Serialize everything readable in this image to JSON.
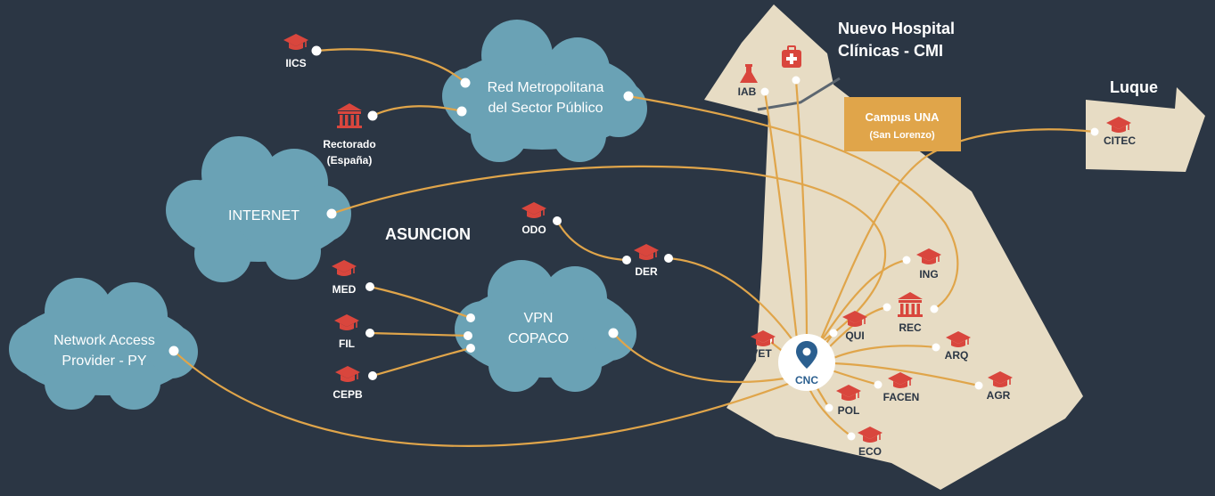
{
  "regions": {
    "hospital_title_line1": "Nuevo Hospital",
    "hospital_title_line2": "Clínicas - CMI",
    "luque_title": "Luque",
    "asuncion_title": "ASUNCION",
    "campus_line1": "Campus UNA",
    "campus_line2": "(San Lorenzo)"
  },
  "clouds": {
    "red_line1": "Red Metropolitana",
    "red_line2": "del Sector Público",
    "internet": "INTERNET",
    "vpn_line1": "VPN",
    "vpn_line2": "COPACO",
    "nap_line1": "Network Access",
    "nap_line2": "Provider - PY"
  },
  "center": {
    "label": "CNC"
  },
  "nodes": {
    "iics": "IICS",
    "rectorado_line1": "Rectorado",
    "rectorado_line2": "(España)",
    "odo": "ODO",
    "der": "DER",
    "med": "MED",
    "fil": "FIL",
    "cepb": "CEPB",
    "iab": "IAB",
    "citec": "CITEC",
    "ing": "ING",
    "rec": "REC",
    "qui": "QUI",
    "vet": "VET",
    "arq": "ARQ",
    "agr": "AGR",
    "facen": "FACEN",
    "pol": "POL",
    "eco": "ECO"
  },
  "colors": {
    "background": "#2b3644",
    "cloud": "#6aa2b5",
    "land": "#e7dcc4",
    "link": "#e0a54a",
    "icon_red": "#d9463d",
    "campus_box": "#e0a54a"
  },
  "icons": {
    "faculty": "graduation-cap-icon",
    "rectorado": "building-columns-icon",
    "lab": "flask-icon",
    "hospital": "medical-kit-icon",
    "location": "map-pin-icon"
  }
}
